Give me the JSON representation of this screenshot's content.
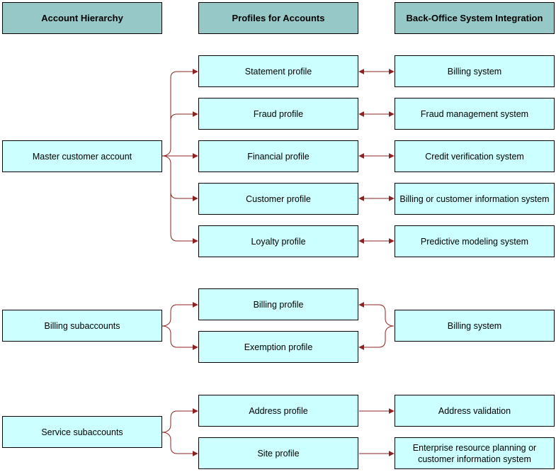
{
  "headers": {
    "account_hierarchy": "Account Hierarchy",
    "profiles": "Profiles for Accounts",
    "backoffice": "Back-Office System Integration"
  },
  "accounts": {
    "master": "Master customer account",
    "billing_sub": "Billing subaccounts",
    "service_sub": "Service subaccounts"
  },
  "profiles": {
    "statement": "Statement profile",
    "fraud": "Fraud profile",
    "financial": "Financial profile",
    "customer": "Customer profile",
    "loyalty": "Loyalty profile",
    "billing": "Billing profile",
    "exemption": "Exemption profile",
    "address": "Address profile",
    "site": "Site profile"
  },
  "systems": {
    "billing1": "Billing system",
    "fraud_mgmt": "Fraud management system",
    "credit": "Credit verification system",
    "billing_cust_info": "Billing or customer information system",
    "predictive": "Predictive modeling system",
    "billing2": "Billing system",
    "address_validation": "Address validation",
    "erp": "Enterprise resource planning or customer information system"
  },
  "colors": {
    "header_fill": "#96c8c8",
    "node_fill": "#ccffff",
    "connector": "#8b2323"
  }
}
